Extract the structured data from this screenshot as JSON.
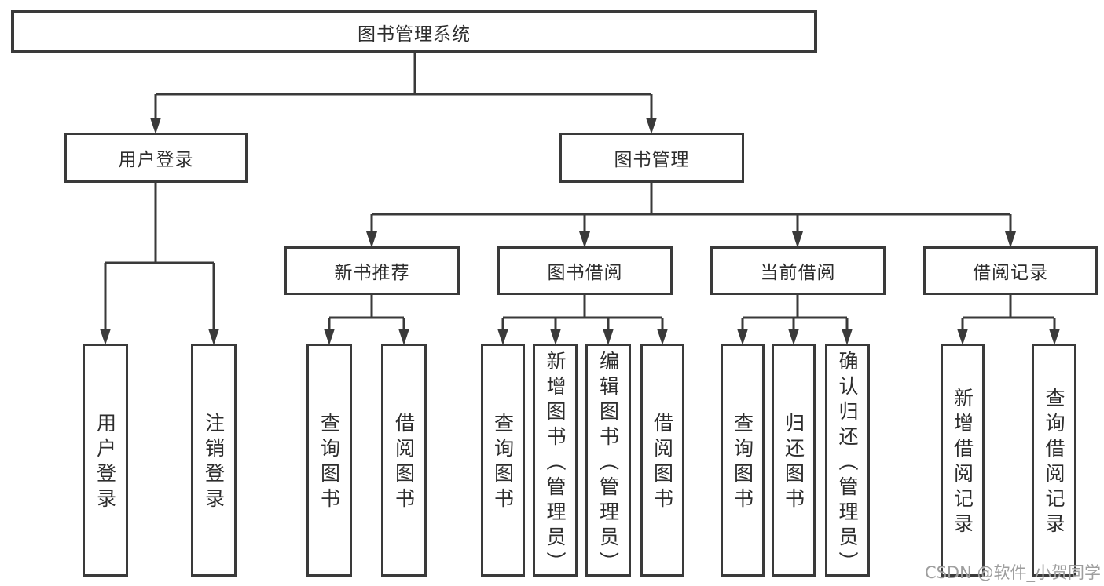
{
  "diagram": {
    "type": "hierarchy-tree",
    "title": "图书管理系统",
    "watermark": "CSDN @软件_小贺同学",
    "colors": {
      "background": "#ffffff",
      "border": "#3a3a3a",
      "line": "#3a3a3a",
      "text": "#2d2d2d",
      "watermark": "#949494"
    },
    "nodes": {
      "root": "图书管理系统",
      "user_login": "用户登录",
      "book_management": "图书管理",
      "new_book_recommend": "新书推荐",
      "book_borrowing": "图书借阅",
      "current_borrowing": "当前借阅",
      "borrowing_records": "借阅记录",
      "leaf_user_login": "用户登录",
      "leaf_logout": "注销登录",
      "leaf_query_books_1": "查询图书",
      "leaf_borrow_books_1": "借阅图书",
      "leaf_query_books_2": "查询图书",
      "leaf_add_books_admin": "新增图书（管理员）",
      "leaf_edit_books_admin": "编辑图书（管理员）",
      "leaf_borrow_books_2": "借阅图书",
      "leaf_query_books_3": "查询图书",
      "leaf_return_books": "归还图书",
      "leaf_confirm_return_admin": "确认归还（管理员）",
      "leaf_add_borrow_record": "新增借阅记录",
      "leaf_query_borrow_record": "查询借阅记录"
    },
    "hierarchy": {
      "图书管理系统": [
        "用户登录",
        "图书管理"
      ],
      "用户登录": [
        "用户登录",
        "注销登录"
      ],
      "图书管理": [
        "新书推荐",
        "图书借阅",
        "当前借阅",
        "借阅记录"
      ],
      "新书推荐": [
        "查询图书",
        "借阅图书"
      ],
      "图书借阅": [
        "查询图书",
        "新增图书（管理员）",
        "编辑图书（管理员）",
        "借阅图书"
      ],
      "当前借阅": [
        "查询图书",
        "归还图书",
        "确认归还（管理员）"
      ],
      "借阅记录": [
        "新增借阅记录",
        "查询借阅记录"
      ]
    }
  }
}
